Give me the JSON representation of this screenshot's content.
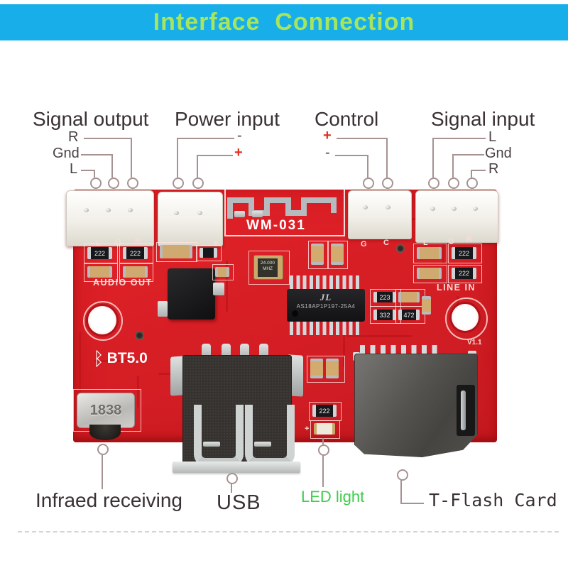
{
  "title": "Interface  Connection",
  "colors": {
    "banner_bg": "#18aee9",
    "title_text": "#a6e55c",
    "pcb_red": "#d71e25",
    "leader": "#a79292",
    "label_text": "#3a3132",
    "plus_red": "#e03021",
    "led_label_green": "#3fcd4b"
  },
  "ann": {
    "signal_output": {
      "title": "Signal output",
      "pins": [
        "R",
        "Gnd",
        "L"
      ]
    },
    "power_input": {
      "title": "Power input",
      "pins": [
        "-",
        "+"
      ]
    },
    "control": {
      "title": "Control",
      "pins": [
        "+",
        "-"
      ]
    },
    "signal_input": {
      "title": "Signal input",
      "pins": [
        "L",
        "Gnd",
        "R"
      ]
    }
  },
  "bottom": {
    "ir": "Infraed receiving",
    "usb": "USB",
    "led": "LED light",
    "tflash": "T-Flash Card"
  },
  "board": {
    "module": "WM-031",
    "bt_icon": "ᛒ",
    "bt": "BT5.0",
    "audio_out": "AUDIO OUT",
    "line_in": "LINE IN",
    "version": "V1.1",
    "crystal_line1": "24.000",
    "crystal_line2": "MHZ",
    "chip_logo": "JL",
    "chip_part": "AS18AP1P197-25A4",
    "ir_part": "1838",
    "silk": {
      "l": "L",
      "g": "G",
      "r": "R",
      "c": "C",
      "plus": "+"
    },
    "smd": {
      "v222": "222",
      "v223": "223",
      "v332": "332",
      "v472": "472"
    }
  }
}
